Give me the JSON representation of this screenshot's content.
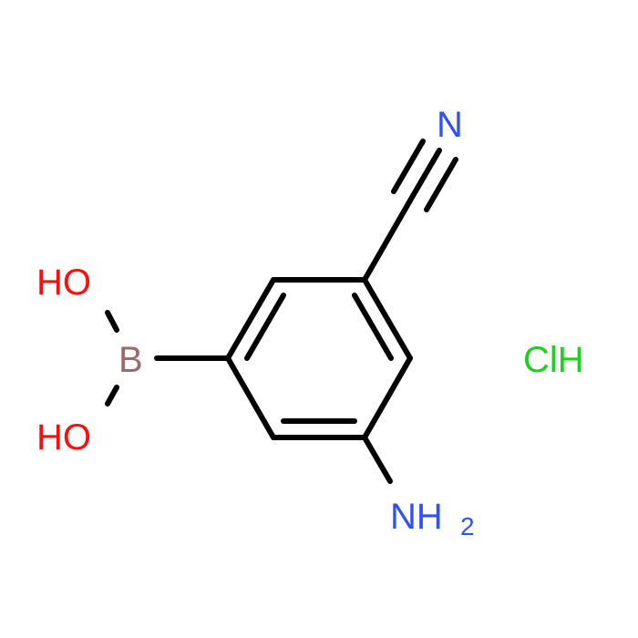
{
  "molecule": {
    "labels": {
      "hydroxyl_top": "HO",
      "boron": "B",
      "hydroxyl_bottom": "HO",
      "nitrile_nitrogen": "N",
      "amine_main": "NH",
      "amine_subscript": "2",
      "hydrochloride": "ClH"
    },
    "colors": {
      "bond": "#000000",
      "oxygen": "#ff0d0d",
      "boron": "#9b6b6b",
      "nitrogen": "#3050f8",
      "chlorine": "#1fd01f"
    }
  }
}
